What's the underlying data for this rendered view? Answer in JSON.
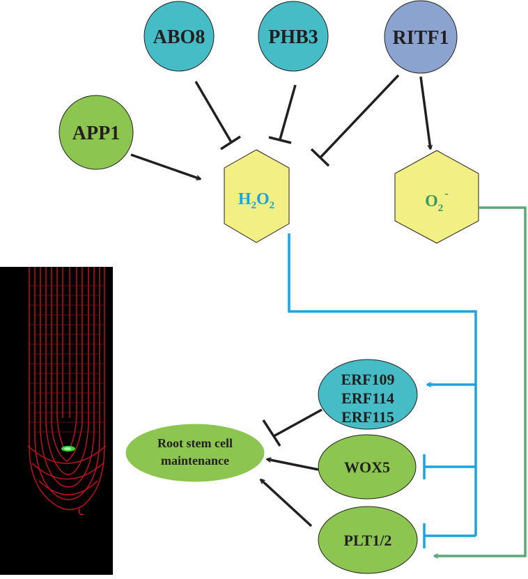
{
  "colors": {
    "teal_node": "#45bcc6",
    "blue_node": "#8ba3cf",
    "green_node": "#8cc54f",
    "hexagon": "#f2ef84",
    "arrow_dark": "#231f20",
    "h2o2_line": "#1aa3e0",
    "superoxide_line": "#5aa877"
  },
  "regulators": {
    "abo8": "ABO8",
    "phb3": "PHB3",
    "ritf1": "RITF1",
    "app1": "APP1"
  },
  "ros": {
    "h2o2": {
      "main1": "H",
      "sub1": "2",
      "main2": "O",
      "sub2": "2"
    },
    "superoxide": {
      "main": "O",
      "sub": "2",
      "sup": "-"
    }
  },
  "targets": {
    "erf_lines": [
      "ERF109",
      "ERF114",
      "ERF115"
    ],
    "wox5": "WOX5",
    "plt": "PLT1/2"
  },
  "outcome": {
    "lines": [
      "Root stem cell",
      "maintenance"
    ]
  },
  "image": {
    "icon": "confocal-root-tip-micrograph"
  }
}
